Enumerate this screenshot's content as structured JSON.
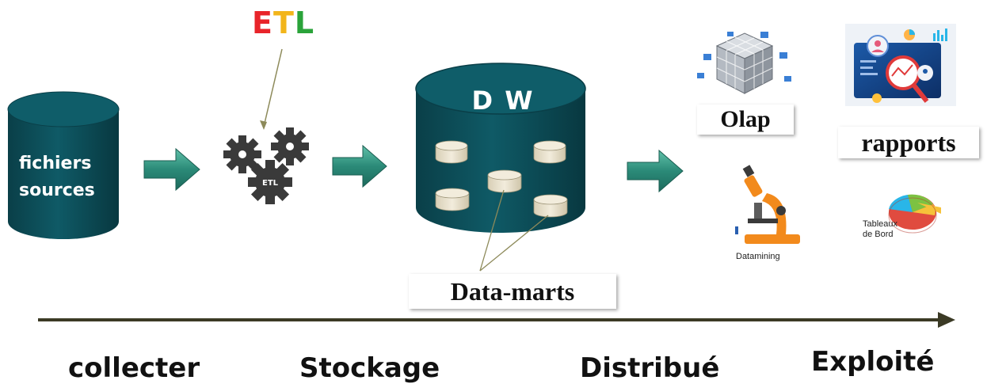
{
  "etl_title": {
    "letters": [
      "E",
      "T",
      "L"
    ],
    "colors": [
      "#e8242a",
      "#f2b51b",
      "#2aa33a"
    ]
  },
  "gear_badge": "ETL",
  "source": {
    "line1": "fichiers",
    "line2": "sources"
  },
  "dw": {
    "title": "D W"
  },
  "labels": {
    "datamarts": "Data-marts",
    "olap": "Olap",
    "rapports": "rapports",
    "datamining": "Datamining",
    "tableaux_line1": "Tableaux",
    "tableaux_line2": "de Bord"
  },
  "phases": [
    "collecter",
    "Stockage",
    "Distribué",
    "Exploité"
  ],
  "colors": {
    "cylinder": "#0c4a55",
    "cylinder_top": "#0f5d69",
    "arrow": "#2d8b7c",
    "gear": "#3a3a3a",
    "datamart": "#e9e2cf",
    "timeline": "#3b3a25"
  }
}
